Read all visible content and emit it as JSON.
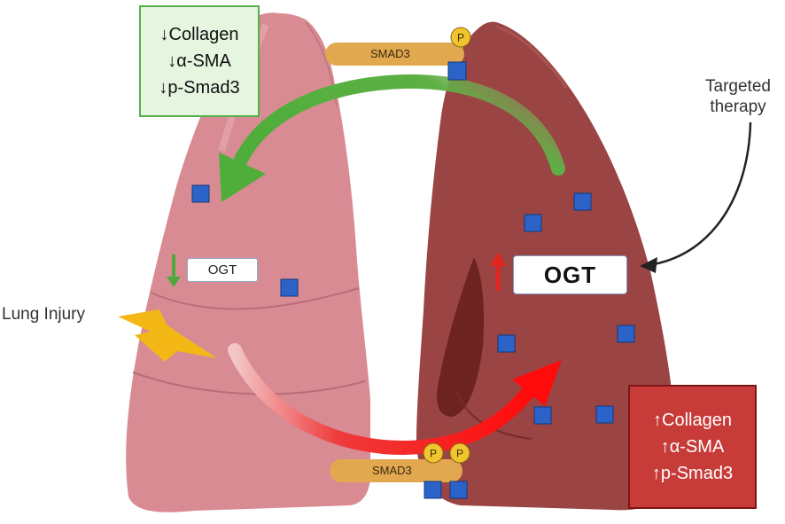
{
  "green_box": {
    "lines": [
      "↓Collagen",
      "↓α-SMA",
      "↓p-Smad3"
    ],
    "color": "#55b04b"
  },
  "red_box": {
    "lines": [
      "↑Collagen",
      "↑α-SMA",
      "↑p-Smad3"
    ],
    "color": "#c73b38"
  },
  "ogt_left": {
    "label": "OGT",
    "arrow": "down",
    "arrow_color": "#4fa83d"
  },
  "ogt_right": {
    "label": "OGT",
    "arrow": "up",
    "arrow_color": "#e0261f"
  },
  "lung_injury": {
    "label": "Lung Injury"
  },
  "targeted_therapy": {
    "line1": "Targeted",
    "line2": "therapy"
  },
  "smad_top": {
    "label": "SMAD3",
    "phospho": [
      "P"
    ]
  },
  "smad_bottom": {
    "label": "SMAD3",
    "phospho": [
      "P",
      "P"
    ]
  },
  "colors": {
    "healthy_lung": "#d98b93",
    "fibrotic_lung": "#9a4444",
    "blue_square": "#2b63c9",
    "smad_bar": "#e2a850",
    "phospho_circle": "#f1c52e",
    "lightning": "#f3b816"
  }
}
